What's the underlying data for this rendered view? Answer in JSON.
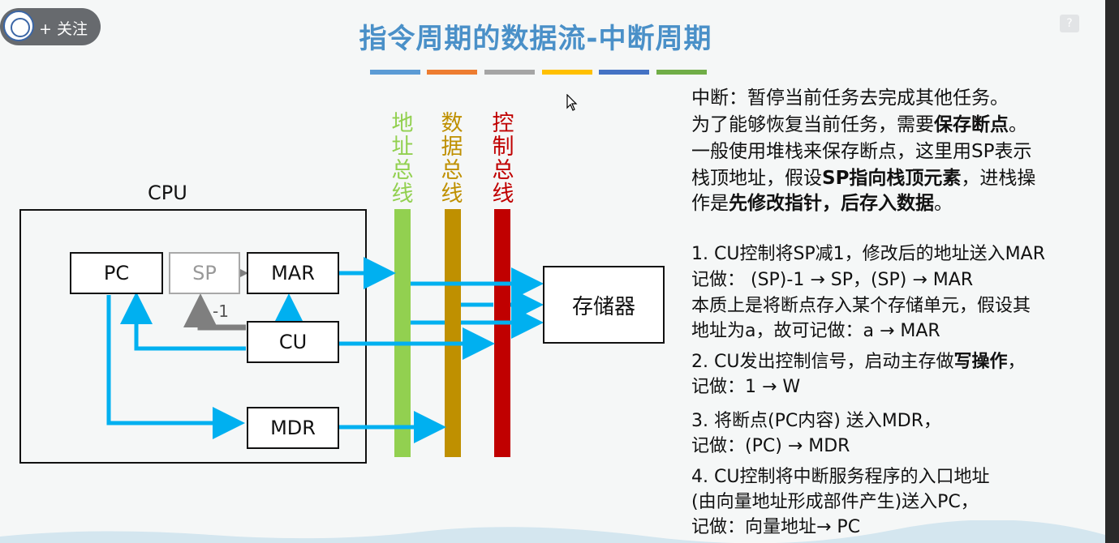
{
  "title": "指令周期的数据流-中断周期",
  "title_color": "#4a90c8",
  "color_bars": [
    "#5b9bd5",
    "#ed7d31",
    "#a5a5a5",
    "#ffc000",
    "#4472c4",
    "#70ad47"
  ],
  "follow": {
    "label": "+ 关注"
  },
  "diagram": {
    "cpu_label": "CPU",
    "registers": {
      "pc": "PC",
      "sp": "SP",
      "mar": "MAR",
      "cu": "CU",
      "mdr": "MDR"
    },
    "sp_dec_label": "-1",
    "memory": "存储器",
    "buses": {
      "address": {
        "label": [
          "地",
          "址",
          "总",
          "线"
        ],
        "color": "#92d050"
      },
      "data": {
        "label": [
          "数",
          "据",
          "总",
          "线"
        ],
        "color": "#bf9000"
      },
      "control": {
        "label": [
          "控",
          "制",
          "总",
          "线"
        ],
        "color": "#c00000"
      }
    },
    "arrow_color": "#00b0f0"
  },
  "text": {
    "intro": [
      {
        "plain": "中断：暂停当前任务去完成其他任务。"
      },
      {
        "plain": "为了能够恢复当前任务，需要",
        "bold": "保存断点",
        "after": "。"
      },
      {
        "plain": "一般使用堆栈来保存断点，这里用SP表示"
      },
      {
        "plain": "栈顶地址，假设",
        "bold": "SP指向栈顶元素",
        "after": "，进栈操"
      },
      {
        "plain": "作是",
        "bold": "先修改指针，后存入数据",
        "after": "。"
      }
    ],
    "steps": [
      "1. CU控制将SP减1，修改后的地址送入MAR",
      "记做： (SP)-1 → SP，(SP) → MAR",
      "本质上是将断点存入某个存储单元，假设其",
      "地址为a，故可记做：a → MAR",
      "2. CU发出控制信号，启动主存做写操作，",
      "记做：1 → W",
      "3. 将断点(PC内容) 送入MDR，",
      "记做：(PC) → MDR",
      "4. CU控制将中断服务程序的入口地址",
      "(由向量地址形成部件产生)送入PC，",
      "记做：向量地址→ PC"
    ],
    "step2_plain": "2. CU发出控制信号，启动主存做",
    "step2_bold": "写操作",
    "step2_after": "，"
  }
}
